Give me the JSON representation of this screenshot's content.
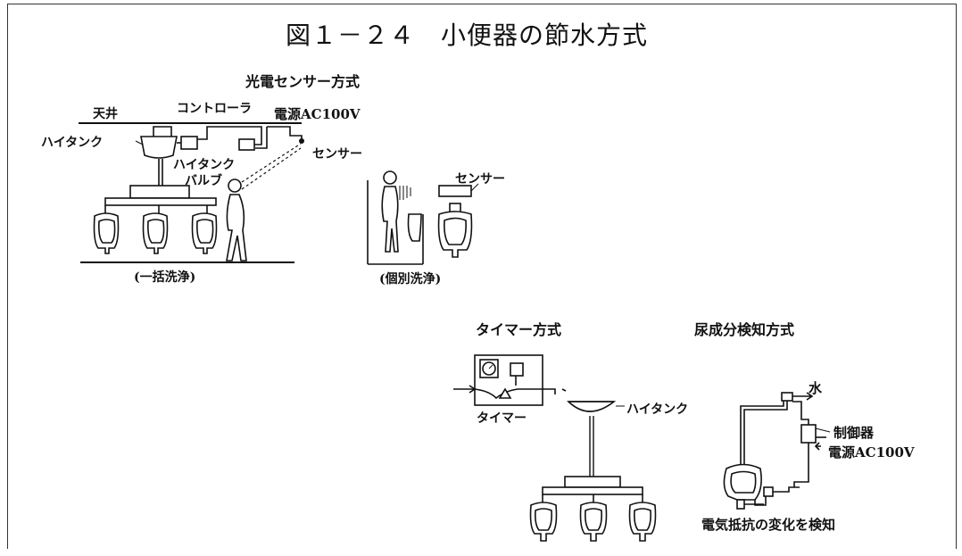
{
  "title": "図１－２４　小便器の節水方式",
  "photo_sensor": {
    "heading": "光電センサー方式",
    "ceiling": "天井",
    "controller": "コントローラ",
    "power": "電源AC100V",
    "high_tank": "ハイタンク",
    "high_tank_valve_1": "ハイタンク",
    "high_tank_valve_2": "バルブ",
    "sensor": "センサー",
    "bulk_caption": "(一括洗浄)",
    "individual_sensor": "センサー",
    "individual_caption": "(個別洗浄)"
  },
  "timer": {
    "heading": "タイマー方式",
    "timer_label": "タイマー",
    "high_tank": "ハイタンク"
  },
  "urine_detect": {
    "heading": "尿成分検知方式",
    "water": "水",
    "controller": "制御器",
    "power": "電源AC100V",
    "caption": "電気抵抗の変化を検知"
  }
}
